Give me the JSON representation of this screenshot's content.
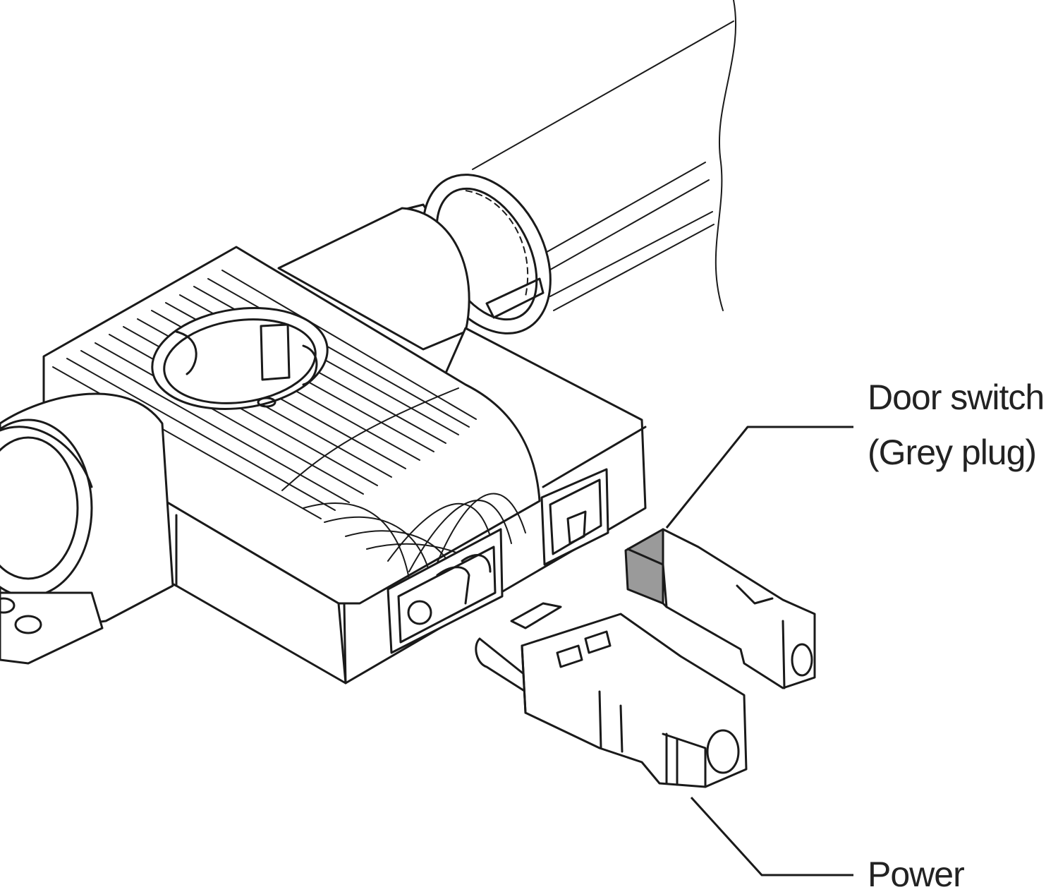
{
  "labels": {
    "door_switch_line1": "Door switch",
    "door_switch_line2": "(Grey plug)",
    "power": "Power"
  },
  "colors": {
    "line": "#1a1a1a",
    "grey_plug": "#9a9a9a",
    "background": "#ffffff"
  }
}
